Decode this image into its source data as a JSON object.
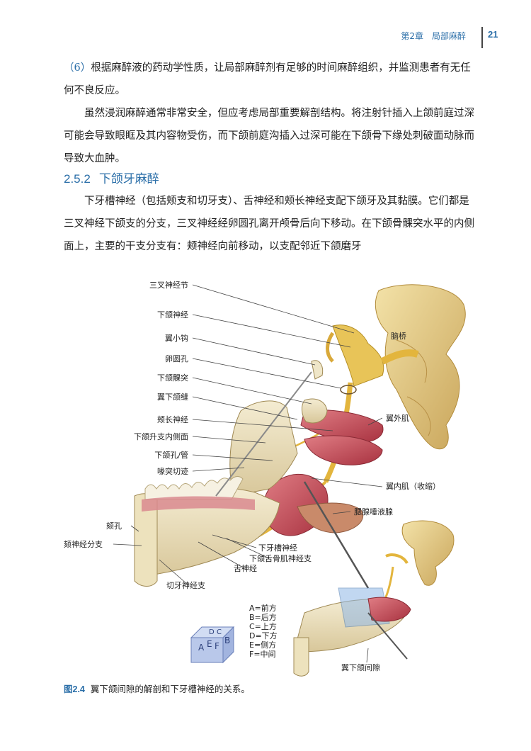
{
  "running_head": {
    "chapter": "第2章　局部麻醉",
    "page_number": "21"
  },
  "paragraphs": {
    "p1_number": "（6）",
    "p1_text": "根据麻醉液的药动学性质，让局部麻醉剂有足够的时间麻醉组织，并监测患者有无任何不良反应。",
    "p2_text": "虽然浸润麻醉通常非常安全，但应考虑局部重要解剖结构。将注射针插入上颌前庭过深可能会导致眼眶及其内容物受伤，而下颌前庭沟插入过深可能在下颌骨下缘处刺破面动脉而导致大血肿。",
    "p3_text": "下牙槽神经（包括颊支和切牙支）、舌神经和颊长神经支配下颌牙及其黏膜。它们都是三叉神经下颌支的分支，三叉神经经卵圆孔离开颅骨后向下移动。在下颌骨髁突水平的内侧面上，主要的干支分支有：颊神经向前移动，以支配邻近下颌磨牙"
  },
  "section": {
    "number": "2.5.2",
    "title": "下颌牙麻醉"
  },
  "figure": {
    "labels_left": [
      "三叉神经节",
      "下颌神经",
      "翼小钩",
      "卵圆孔",
      "下颌髁突",
      "翼下颌缝",
      "颊长神经",
      "下颌升支内侧面",
      "下颌孔/管",
      "喙突切迹"
    ],
    "labels_right": [
      "脑桥",
      "翼外肌",
      "翼内肌（收缩）",
      "腮腺唾液腺"
    ],
    "labels_lower_left": [
      "颏孔",
      "颏神经分支"
    ],
    "labels_bottom": [
      "下牙槽神经",
      "下颌舌骨肌神经支",
      "舌神经",
      "切牙神经支"
    ],
    "inset_label": "翼下颌间隙",
    "cube_faces": [
      "A",
      "E",
      "F",
      "B",
      "D",
      "C"
    ],
    "legend": [
      "A=前方",
      "B=后方",
      "C=上方",
      "D=下方",
      "E=侧方",
      "F=中间"
    ]
  },
  "caption": {
    "number": "图2.4",
    "text": "翼下颌间隙的解剖和下牙槽神经的关系。"
  },
  "colors": {
    "accent": "#2a6ea8",
    "nerve": "#e3b53d",
    "muscle": "#c84a55",
    "bone": "#efe6c8",
    "gum": "#d98a8f"
  }
}
